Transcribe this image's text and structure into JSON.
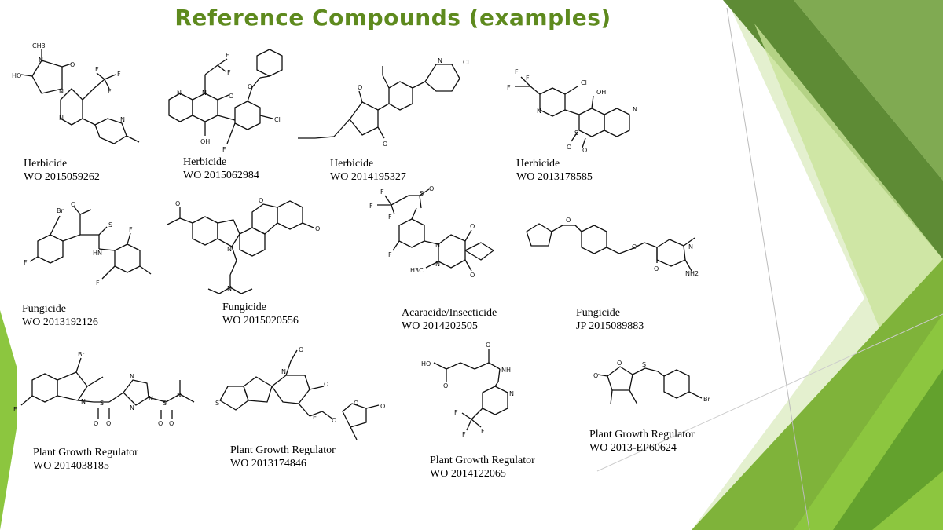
{
  "slide": {
    "title": "Reference Compounds (examples)",
    "colors": {
      "title": "#5e8a1e",
      "accent_dark": "#4f7f24",
      "accent_mid": "#7fb33a",
      "accent_light": "#b9d97a"
    }
  },
  "compounds": [
    {
      "use": "Herbicide",
      "patent": "WO 2015059262",
      "atoms": [
        "CH3",
        "O",
        "N",
        "HO",
        "N",
        "F",
        "F",
        "F",
        "N",
        "N"
      ]
    },
    {
      "use": "Herbicide",
      "patent": "WO 2015062984",
      "atoms": [
        "F",
        "F",
        "N",
        "N",
        "O",
        "O",
        "Cl",
        "OH",
        "F"
      ]
    },
    {
      "use": "Herbicide",
      "patent": "WO 2014195327",
      "atoms": [
        "N",
        "Cl",
        "O",
        "O"
      ]
    },
    {
      "use": "Herbicide",
      "patent": "WO 2013178585",
      "atoms": [
        "F",
        "F",
        "F",
        "Cl",
        "OH",
        "N",
        "N",
        "S",
        "O",
        "O"
      ]
    },
    {
      "use": "Fungicide",
      "patent": "WO 2013192126",
      "atoms": [
        "Br",
        "O",
        "S",
        "F",
        "HN",
        "F",
        "F"
      ]
    },
    {
      "use": "Fungicide",
      "patent": "WO 2015020556",
      "atoms": [
        "O",
        "O",
        "O",
        "N",
        "N"
      ]
    },
    {
      "use": "Acaracide/Insecticide",
      "patent": "WO 2014202505",
      "atoms": [
        "F",
        "F",
        "F",
        "S",
        "O",
        "F",
        "N",
        "N",
        "O",
        "O",
        "H3C"
      ]
    },
    {
      "use": "Fungicide",
      "patent": "JP 2015089883",
      "atoms": [
        "O",
        "O",
        "O",
        "N",
        "NH2"
      ]
    },
    {
      "use": "Plant Growth Regulator",
      "patent": "WO 2014038185",
      "atoms": [
        "Br",
        "F",
        "N",
        "S",
        "O",
        "O",
        "N",
        "N",
        "N",
        "S",
        "O",
        "O",
        "N"
      ]
    },
    {
      "use": "Plant Growth Regulator",
      "patent": "WO 2013174846",
      "atoms": [
        "O",
        "N",
        "O",
        "S",
        "O",
        "O",
        "O",
        "E"
      ]
    },
    {
      "use": "Plant Growth Regulator",
      "patent": "WO 2014122065",
      "atoms": [
        "O",
        "HO",
        "O",
        "NH",
        "N",
        "F",
        "F",
        "F"
      ]
    },
    {
      "use": "Plant Growth Regulator",
      "patent": "WO 2013-EP60624",
      "atoms": [
        "O",
        "O",
        "S",
        "Br"
      ]
    }
  ]
}
